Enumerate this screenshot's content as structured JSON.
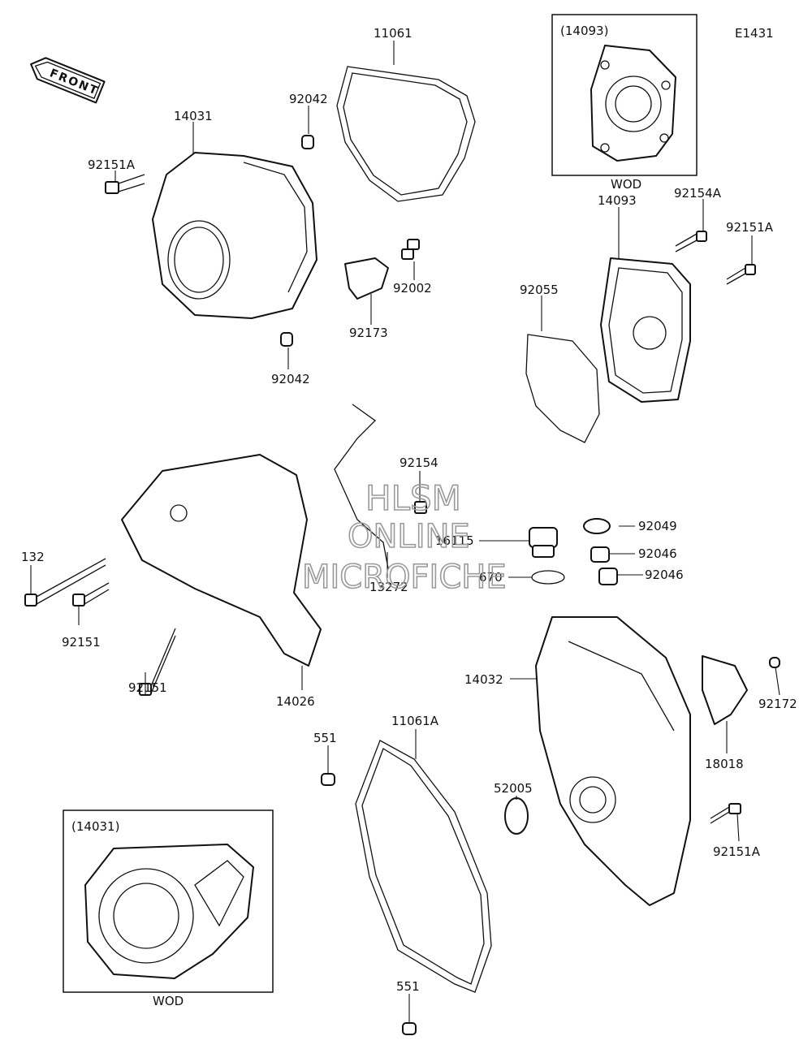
{
  "diagram_code": "E1431",
  "front_label": "FRONT",
  "watermark": {
    "line1": "HLSM",
    "line2": "ONLINE",
    "line3": "MICROFICHE"
  },
  "insets": [
    {
      "id": "inset-14093",
      "ref": "(14093)",
      "note": "WOD"
    },
    {
      "id": "inset-14031",
      "ref": "(14031)",
      "note": "WOD"
    }
  ],
  "parts": [
    {
      "no": "11061"
    },
    {
      "no": "92042"
    },
    {
      "no": "14031"
    },
    {
      "no": "92151A"
    },
    {
      "no": "92002"
    },
    {
      "no": "92173"
    },
    {
      "no": "92042"
    },
    {
      "no": "92154A"
    },
    {
      "no": "14093"
    },
    {
      "no": "92151A"
    },
    {
      "no": "92055"
    },
    {
      "no": "92154"
    },
    {
      "no": "16115"
    },
    {
      "no": "92049"
    },
    {
      "no": "92046"
    },
    {
      "no": "92046"
    },
    {
      "no": "670"
    },
    {
      "no": "132"
    },
    {
      "no": "13272"
    },
    {
      "no": "92151"
    },
    {
      "no": "92151"
    },
    {
      "no": "14026"
    },
    {
      "no": "14032"
    },
    {
      "no": "92172"
    },
    {
      "no": "11061A"
    },
    {
      "no": "551"
    },
    {
      "no": "18018"
    },
    {
      "no": "52005"
    },
    {
      "no": "92151A"
    },
    {
      "no": "551"
    }
  ]
}
